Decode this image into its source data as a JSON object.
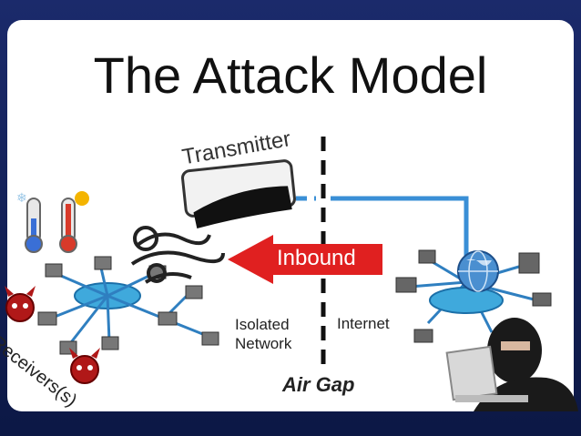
{
  "slide": {
    "title": "The Attack Model",
    "transmitter_label": "Transmitter",
    "inbound_label": "Inbound",
    "isolated_network_label_line1": "Isolated",
    "isolated_network_label_line2": "Network",
    "internet_label": "Internet",
    "air_gap_label": "Air Gap",
    "receivers_label": "Receivers(s)"
  },
  "colors": {
    "inbound_arrow": "#e02020",
    "network_link": "#3a8fd6",
    "background_frame": "#14205a"
  },
  "icons": [
    "thermometer-cold-icon",
    "thermometer-hot-icon",
    "air-conditioner-icon",
    "wind-icon",
    "devil-icon",
    "hacker-icon",
    "globe-icon",
    "laptop-icon"
  ]
}
